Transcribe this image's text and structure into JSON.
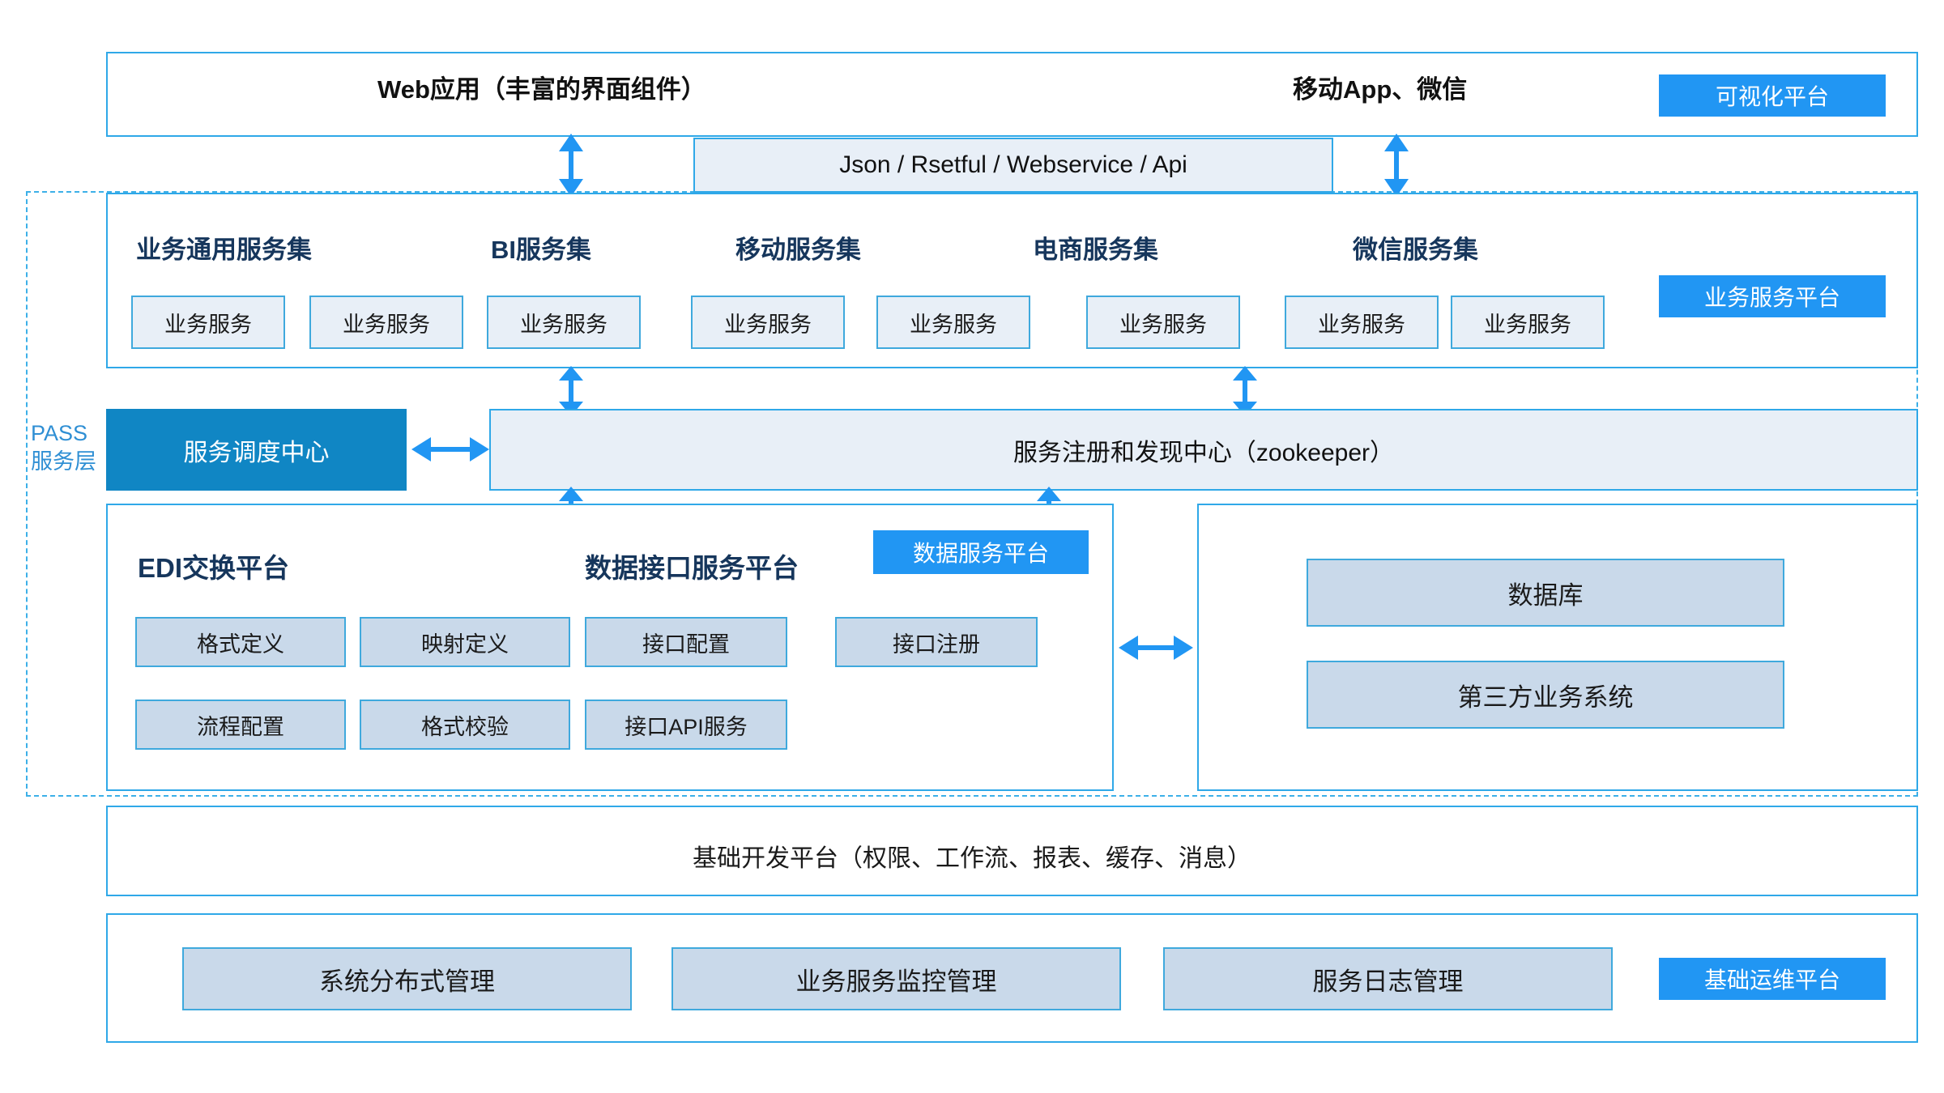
{
  "accent": {
    "line_blue": "#2fa8e8",
    "badge_blue": "#2196f3",
    "solid_blue": "#1086c4",
    "cell_fill": "#e8eff7",
    "cell_fill_dark": "#c9d9ea",
    "title_navy": "#16365c",
    "pass_text": "#2f8fd4"
  },
  "pass_layer": {
    "line1": "PASS",
    "line2": "服务层"
  },
  "presentation_layer": {
    "badge": "可视化平台",
    "items": [
      {
        "label": "Web应用（丰富的界面组件）"
      },
      {
        "label": "移动App、微信"
      }
    ]
  },
  "protocol_bar": {
    "label": "Json / Rsetful / Webservice / Api"
  },
  "business_service_platform": {
    "badge": "业务服务平台",
    "service_sets": [
      {
        "title": "业务通用服务集",
        "services": [
          "业务服务",
          "业务服务"
        ]
      },
      {
        "title": "BI服务集",
        "services": [
          "业务服务"
        ]
      },
      {
        "title": "移动服务集",
        "services": [
          "业务服务",
          "业务服务"
        ]
      },
      {
        "title": "电商服务集",
        "services": [
          "业务服务"
        ]
      },
      {
        "title": "微信服务集",
        "services": [
          "业务服务",
          "业务服务"
        ]
      }
    ],
    "service_box_label": "业务服务"
  },
  "registry_row": {
    "dispatch_center": "服务调度中心",
    "registry_center": "服务注册和发现中心（zookeeper）"
  },
  "data_service_platform": {
    "badge": "数据服务平台",
    "edi": {
      "title": "EDI交换平台",
      "items": [
        "格式定义",
        "映射定义",
        "流程配置",
        "格式校验"
      ]
    },
    "data_interface": {
      "title": "数据接口服务平台",
      "items": [
        "接口配置",
        "接口注册",
        "接口API服务"
      ]
    },
    "storage": {
      "items": [
        "数据库",
        "第三方业务系统"
      ]
    }
  },
  "base_dev_platform": {
    "label": "基础开发平台（权限、工作流、报表、缓存、消息）"
  },
  "ops_platform": {
    "badge": "基础运维平台",
    "items": [
      "系统分布式管理",
      "业务服务监控管理",
      "服务日志管理"
    ]
  }
}
